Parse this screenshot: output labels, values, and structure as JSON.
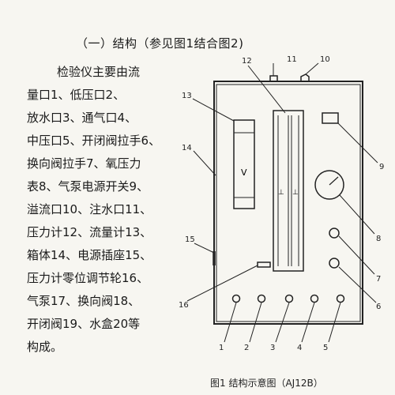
{
  "section": {
    "heading": "（一）结构（参见图1结合图2)"
  },
  "description": {
    "lines": [
      "检验仪主要由流",
      "量口1、低压口2、",
      "放水口3、通气口4、",
      "中压口5、开闭阀拉手6、",
      "换向阀拉手7、氧压力",
      "表8、气泵电源开关9、",
      "溢流口10、注水口11、",
      "压力计12、流量计13、",
      "箱体14、电源插座15、",
      "压力计零位调节轮16、",
      "气泵17、换向阀18、",
      "开闭阀19、水盒20等",
      "构成。"
    ]
  },
  "figure": {
    "callouts": [
      "1",
      "2",
      "3",
      "4",
      "5",
      "6",
      "7",
      "8",
      "9",
      "10",
      "11",
      "12",
      "13",
      "14",
      "15",
      "16"
    ],
    "gauge_marks": [
      "⊥",
      "⊥"
    ],
    "flow_meter_mark": "V",
    "caption": "图1  结构示意图（AJ12B）"
  }
}
